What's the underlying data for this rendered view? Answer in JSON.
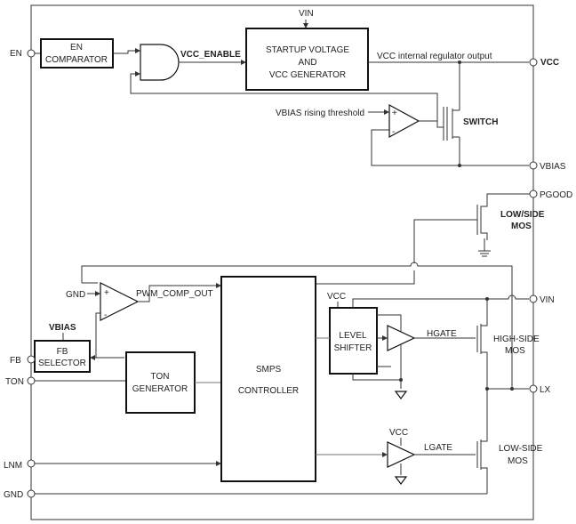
{
  "pins": {
    "en": "EN",
    "fb": "FB",
    "ton": "TON",
    "lnm": "LNM",
    "gnd": "GND",
    "vcc": "VCC",
    "vbias": "VBIAS",
    "pgood": "PGOOD",
    "vin": "VIN",
    "lx": "LX"
  },
  "blocks": {
    "en_comparator": [
      "EN",
      "COMPARATOR"
    ],
    "startup": [
      "STARTUP VOLTAGE",
      "AND",
      "VCC GENERATOR"
    ],
    "fb_selector": [
      "FB",
      "SELECTOR"
    ],
    "ton_generator": [
      "TON",
      "GENERATOR"
    ],
    "smps_controller": [
      "SMPS",
      "CONTROLLER"
    ],
    "level_shifter": [
      "LEVEL",
      "SHIFTER"
    ]
  },
  "labels": {
    "vin_top": "VIN",
    "vcc_enable": "VCC_ENABLE",
    "vcc_internal": "VCC internal regulator output",
    "vbias_threshold": "VBIAS rising threshold",
    "switch": "SWITCH",
    "low_side_mos_top": [
      "LOW/SIDE",
      "MOS"
    ],
    "gnd_comp": "GND",
    "pwm_comp_out": "PWM_COMP_OUT",
    "vbias_fb": "VBIAS",
    "vcc_ls": "VCC",
    "hgate": "HGATE",
    "high_side_mos": [
      "HIGH-SIDE",
      "MOS"
    ],
    "vcc_lg": "VCC",
    "lgate": "LGATE",
    "low_side_mos": [
      "LOW-SIDE",
      "MOS"
    ],
    "plus": "+",
    "minus": "-"
  }
}
